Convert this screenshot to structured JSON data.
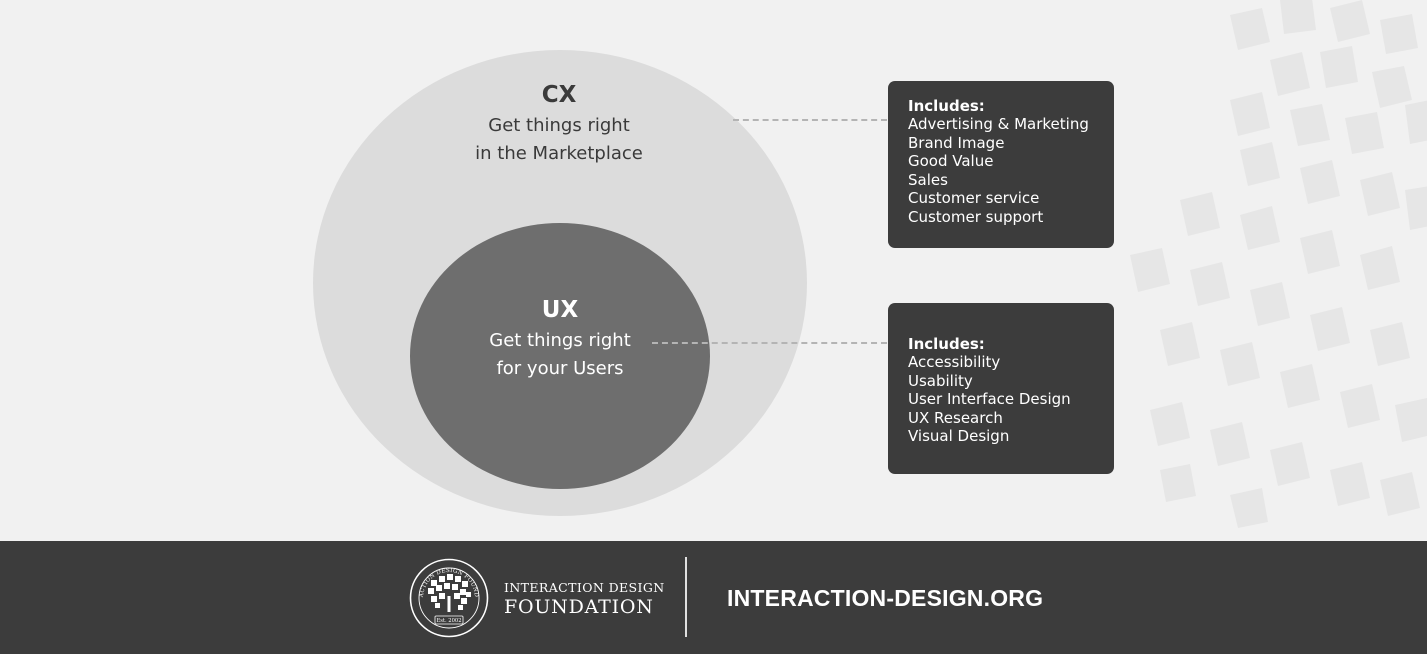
{
  "diagram": {
    "cx": {
      "title": "CX",
      "subtitle_line1": "Get things right",
      "subtitle_line2": "in the Marketplace",
      "includes_heading": "Includes:",
      "includes": [
        "Advertising & Marketing",
        "Brand Image",
        "Good Value",
        "Sales",
        "Customer service",
        "Customer support"
      ]
    },
    "ux": {
      "title": "UX",
      "subtitle_line1": "Get things right",
      "subtitle_line2": "for your Users",
      "includes_heading": "Includes:",
      "includes": [
        "Accessibility",
        "Usability",
        "User Interface Design",
        "UX Research",
        "Visual Design"
      ]
    }
  },
  "footer": {
    "seal_ring_text": "INTERACTION DESIGN FOUNDATION",
    "seal_est": "Est. 2002",
    "org_line1": "INTERACTION DESIGN",
    "org_line2": "FOUNDATION",
    "website": "INTERACTION-DESIGN.ORG"
  },
  "colors": {
    "page_background": "#f1f1f1",
    "outer_circle": "#dcdcdc",
    "inner_circle": "#6e6e6e",
    "box_background": "#3c3c3c",
    "footer_background": "#3c3c3c",
    "dash_line": "#b4b4b4"
  }
}
